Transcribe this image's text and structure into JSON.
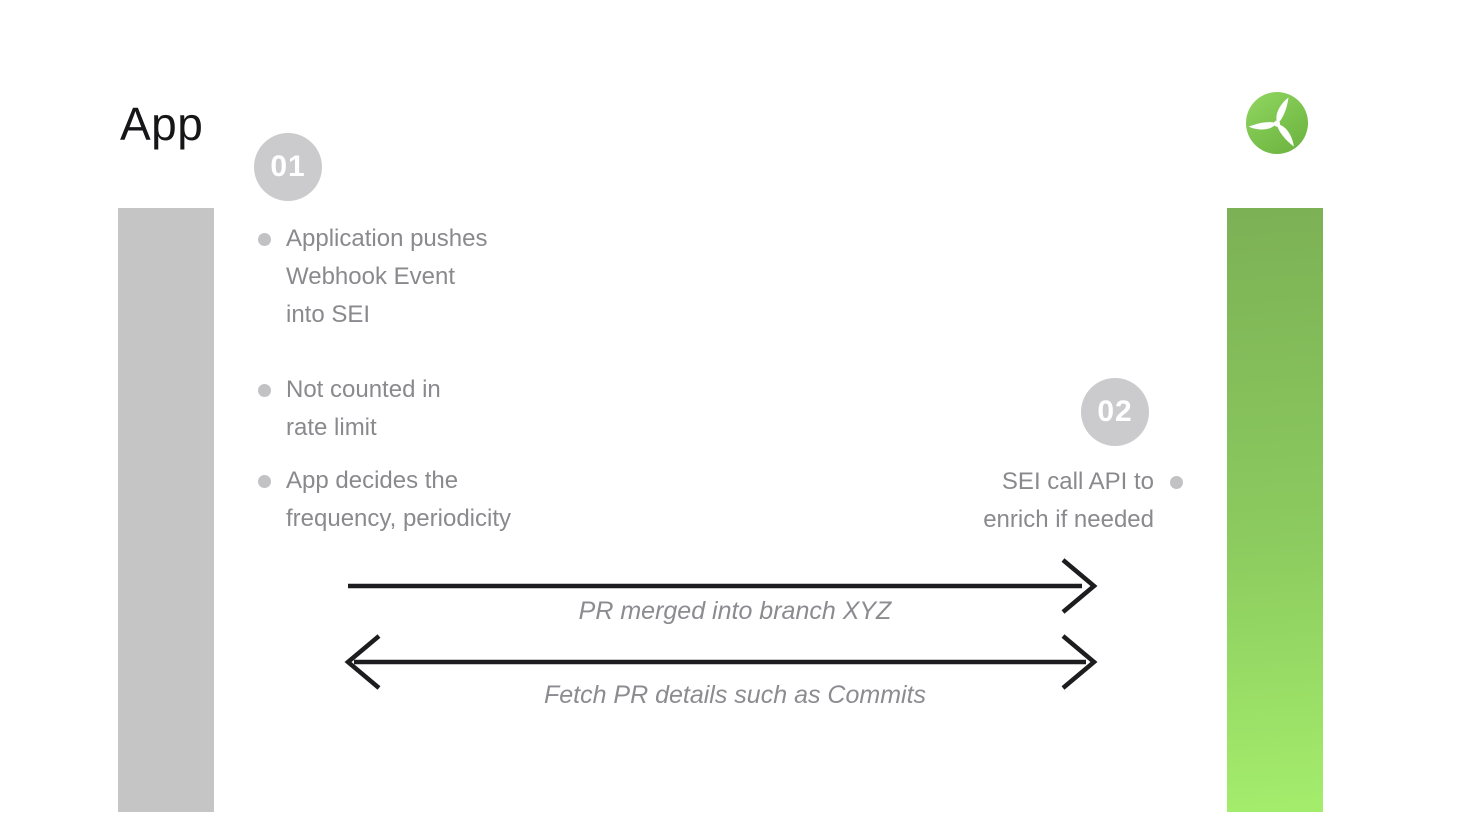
{
  "title": "App",
  "logo": {
    "name": "propeller-logo"
  },
  "step1": {
    "number": "01",
    "bullets": [
      "Application pushes\nWebhook Event\ninto SEI",
      "Not counted in\nrate limit",
      "App decides the\nfrequency, periodicity"
    ]
  },
  "step2": {
    "number": "02",
    "bullet": "SEI call API to\nenrich if needed"
  },
  "arrows": [
    {
      "direction": "right",
      "label": "PR merged into branch XYZ"
    },
    {
      "direction": "both",
      "label": "Fetch PR details such as Commits"
    }
  ],
  "colors": {
    "background": "#ffffff",
    "title_text": "#161618",
    "badge_bg": "#cbcbcd",
    "badge_text": "#ffffff",
    "left_bar": "#c5c5c6",
    "right_bar_gradient_top": "#7cb155",
    "right_bar_gradient_bottom": "#a4ed6c",
    "bullet_text": "#8a8a8e",
    "bullet_dot": "#c2c2c4",
    "arrow_stroke": "#1d1d1f",
    "arrow_label_text": "#8b8b90",
    "logo_green_light": "#8ed45f",
    "logo_green_dark": "#6cb33f"
  }
}
